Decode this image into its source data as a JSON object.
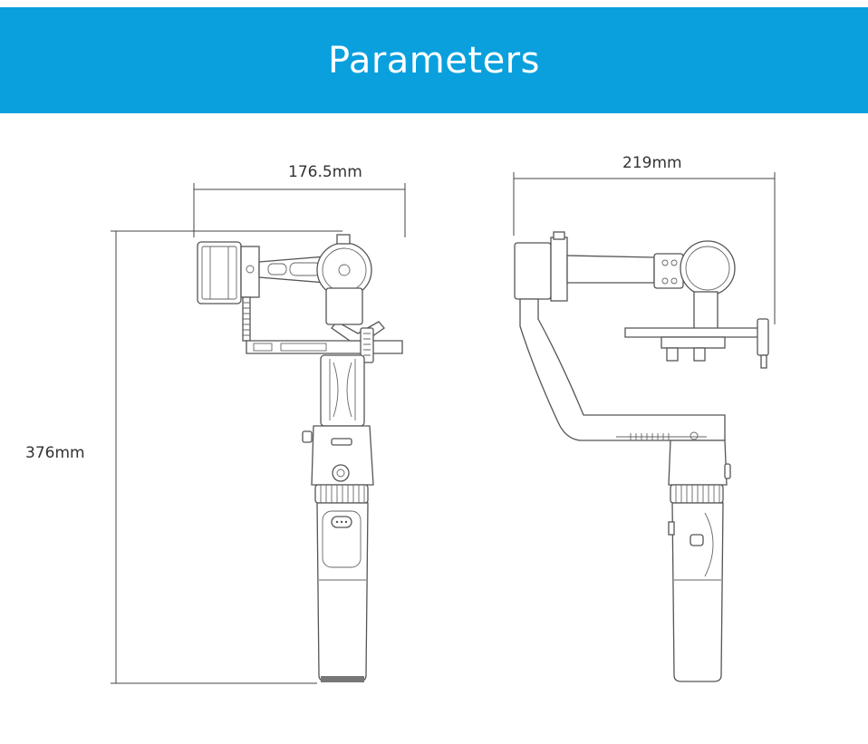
{
  "banner": {
    "title": "Parameters",
    "background_color": "#0aa0de",
    "text_color": "#ffffff"
  },
  "dimensions": {
    "front_width": "176.5mm",
    "side_width": "219mm",
    "height": "376mm"
  },
  "views": [
    "front-view",
    "side-view"
  ]
}
